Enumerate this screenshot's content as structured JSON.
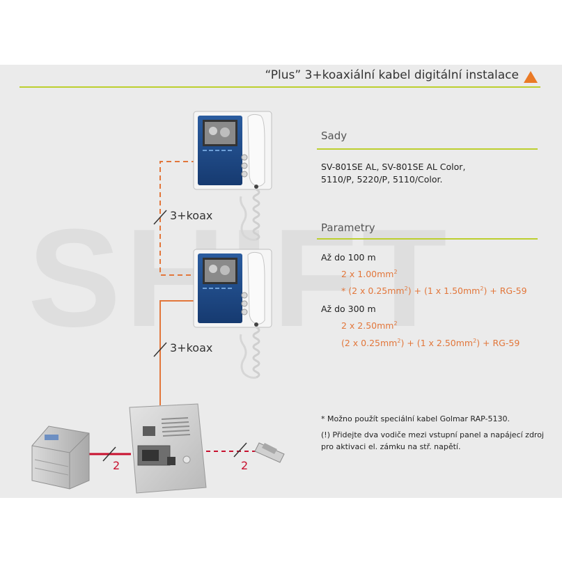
{
  "header": {
    "title": "“Plus” 3+koaxiální kabel digitální instalace"
  },
  "watermark": "SHIFT",
  "kits": {
    "heading": "Sady",
    "line1": "SV-801SE AL, SV-801SE AL Color,",
    "line2": "5110/P, 5220/P, 5110/Color."
  },
  "params": {
    "heading": "Parametry",
    "range1": {
      "label": "Až do 100 m",
      "spec1_main": "2 x 1.00mm",
      "spec1_sup": "2",
      "spec2_a": "* (2 x 0.25mm",
      "spec2_sup1": "2",
      "spec2_b": ") + (1 x 1.50mm",
      "spec2_sup2": "2",
      "spec2_c": ") + RG-59"
    },
    "range2": {
      "label": "Až do 300 m",
      "spec1_main": "2 x 2.50mm",
      "spec1_sup": "2",
      "spec2_a": "(2 x 0.25mm",
      "spec2_sup1": "2",
      "spec2_b": ") + (1 x 2.50mm",
      "spec2_sup2": "2",
      "spec2_c": ") + RG-59"
    }
  },
  "notes": {
    "note1": "* Možno použít speciální kabel Golmar RAP-5130.",
    "note2_line1": "(!) Přidejte dva vodiče mezi vstupní panel a napájecí zdroj",
    "note2_line2": "pro aktivaci el. zámku na stř. napětí."
  },
  "cables": {
    "upper": "3+koax",
    "lower": "3+koax",
    "power": "2",
    "lock": "2"
  },
  "colors": {
    "accent_green": "#bccf2e",
    "accent_orange": "#ea7a26",
    "cable_orange": "#e2763a",
    "cable_red": "#c8102e",
    "monitor_blue": "#1f4d8f"
  }
}
